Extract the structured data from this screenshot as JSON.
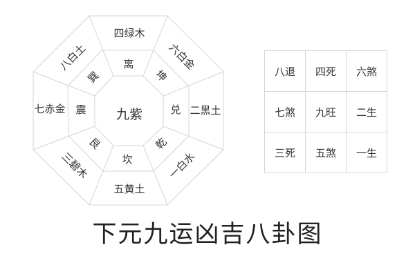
{
  "diagram": {
    "title": "下元九运凶吉八卦图",
    "center": "九紫",
    "outer_ring": {
      "top": "四绿木",
      "top_right": "六白金",
      "right": "二黑土",
      "bottom_right": "一白水",
      "bottom": "五黄土",
      "bottom_left": "三碧木",
      "left": "七赤金",
      "top_left": "八白土"
    },
    "trigram_ring": {
      "top": "离",
      "top_right": "坤",
      "right": "兑",
      "bottom_right": "乾",
      "bottom": "坎",
      "bottom_left": "艮",
      "left": "震",
      "top_left": "巽"
    }
  },
  "grid": {
    "rows": [
      [
        "八退",
        "四死",
        "六煞"
      ],
      [
        "七煞",
        "九旺",
        "二生"
      ],
      [
        "三死",
        "五煞",
        "一生"
      ]
    ]
  },
  "colors": {
    "line": "#d4d4d4",
    "text": "#333333"
  }
}
